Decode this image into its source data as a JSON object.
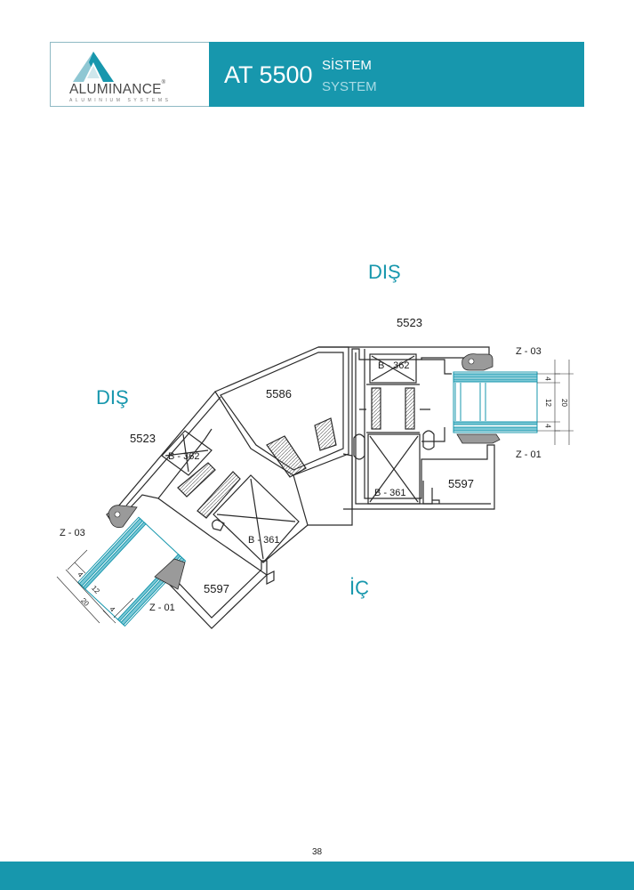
{
  "header": {
    "logo_name": "ALUMINANCE",
    "logo_reg": "®",
    "logo_sub": "ALUMINIUM SYSTEMS",
    "system_code": "AT 5500",
    "system_tr": "SİSTEM",
    "system_en": "SYSTEM"
  },
  "zones": {
    "outside_top": "DIŞ",
    "outside_left": "DIŞ",
    "inside": "İÇ"
  },
  "profiles": {
    "top_frame": "5523",
    "left_frame": "5523",
    "corner_post": "5586",
    "sash_right": "5597",
    "sash_left": "5597"
  },
  "accessories": {
    "bead_right_top": "B - 362",
    "bead_right_bottom": "B - 361",
    "bead_left_top": "B - 362",
    "bead_left_bottom": "B - 361",
    "gasket_right_top": "Z - 03",
    "gasket_right_bottom": "Z - 01",
    "gasket_left_top": "Z - 03",
    "gasket_left_bottom": "Z - 01"
  },
  "glazing": {
    "right": {
      "pane_1": "4",
      "gap": "12",
      "pane_2": "4",
      "total": "20"
    },
    "left": {
      "pane_1": "4",
      "gap": "12",
      "pane_2": "4",
      "total": "20"
    }
  },
  "footer": {
    "page_number": "38"
  },
  "colors": {
    "brand": "#1797ad",
    "glass": "#7cc8d6",
    "profile_stroke": "#2a2a2a",
    "gasket": "#9a9a9a"
  }
}
